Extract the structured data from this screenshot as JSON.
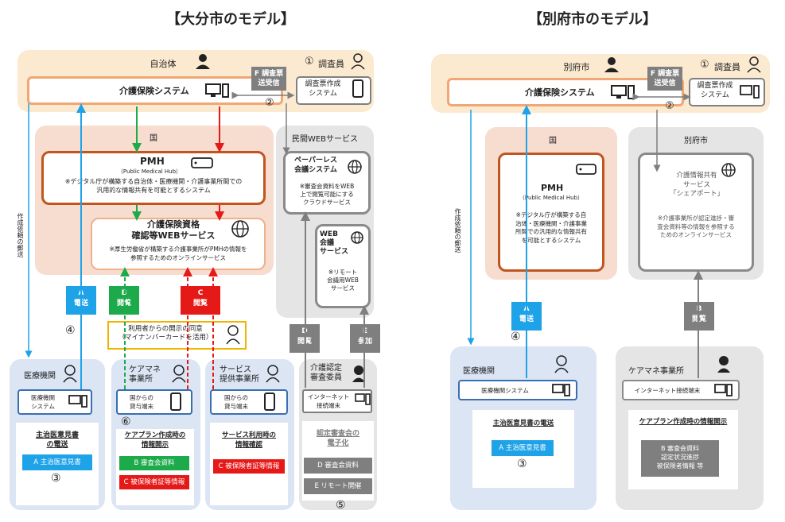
{
  "titles": {
    "oita": "【大分市のモデル】",
    "beppu": "【別府市のモデル】"
  },
  "oita": {
    "municipality": "自治体",
    "surveyor": "調査員",
    "care_system": "介護保険システム",
    "survey_form": "調査票作成\nシステム",
    "f_label": "F 調査票\n送受信",
    "country": "国",
    "pmh_title": "PMH",
    "pmh_sub": "（Public Medical Hub）",
    "pmh_desc": "※デジタル庁が構築する自治体・医療機関・介護事業所間での\n汎用的な情報共有を可能とするシステム",
    "web_title": "介護保険資格\n確認等WEBサービス",
    "web_desc": "※厚生労働省が構築する介護事業所がPMHの情報を\n参照するためのオンラインサービス",
    "private_web": "民間WEBサービス",
    "paperless_title": "ペーパーレス\n会議システム",
    "paperless_desc": "※審査会資料をWEB\n上で閲覧可能にする\nクラウドサービス",
    "webconf_title": "WEB\n会議\nサービス",
    "webconf_desc": "※リモート\n会議用WEB\nサービス",
    "side_label": "作成依頼の郵送",
    "tag_a": "A\n電送",
    "tag_b": "B\n閲覧",
    "tag_c": "C\n閲覧",
    "tag_d": "D\n閲覧",
    "tag_e": "E\n参加",
    "consent": "利用者からの開示の同意\n（マイナンバーカードを活用）",
    "hospital": "医療機関",
    "hospital_sys": "医療機関\nシステム",
    "hospital_task": "主治医意見書\nの電送",
    "hospital_item": "A 主治医意見書",
    "caremgr": "ケアマネ\n事業所",
    "caremgr_dev": "国からの\n貸与端末",
    "caremgr_task": "ケアプラン作成時の\n情報開示",
    "caremgr_item1": "B 審査会資料",
    "caremgr_item2": "C 被保険者証等情報",
    "service": "サービス\n提供事業所",
    "service_dev": "国からの\n貸与端末",
    "service_task": "サービス利用時の\n情報確認",
    "service_item": "C 被保険者証等情報",
    "committee": "介護認定\n審査委員",
    "committee_dev": "インターネット\n接続端末",
    "committee_task": "認定審査会の\n電子化",
    "committee_item1": "D 審査会資料",
    "committee_item2": "E リモート開催",
    "num1": "①",
    "num2": "②",
    "num3": "③",
    "num4": "④",
    "num5": "⑤",
    "num6": "⑥"
  },
  "beppu": {
    "municipality": "別府市",
    "surveyor": "調査員",
    "care_system": "介護保険システム",
    "survey_form": "調査票作成\nシステム",
    "f_label": "F 調査票\n送受信",
    "country": "国",
    "beppu_city": "別府市",
    "pmh_title": "PMH",
    "pmh_sub": "（Public Medical Hub）",
    "pmh_desc": "※デジタル庁が構築する自\n治体・医療機関・介護事業\n所間での汎用的な情報共有\nを可能とするシステム",
    "share_title": "介護情報共有\nサービス\n「シェアポート」",
    "share_desc": "※介護事業所が認定進捗・審\n査会資料等の情報を参照する\nためのオンラインサービス",
    "side_label": "作成依頼の郵送",
    "tag_a": "A\n電送",
    "tag_b": "B\n閲覧",
    "hospital": "医療機関",
    "hospital_sys": "医療機関システム",
    "hospital_task": "主治医意見書の電送",
    "hospital_item": "A 主治医意見書",
    "caremgr": "ケアマネ事業所",
    "caremgr_dev": "インターネット接続端末",
    "caremgr_task": "ケアプラン作成時の情報開示",
    "caremgr_item": "B 審査会資料\n認定状況進捗\n被保険者情報 等",
    "num1": "①",
    "num2": "②",
    "num3": "③",
    "num4": "④"
  },
  "colors": {
    "blue": "#1ea2e8",
    "green": "#1daa4a",
    "red": "#e61919",
    "grey": "#7f7f7f",
    "orange": "#c0561e"
  }
}
